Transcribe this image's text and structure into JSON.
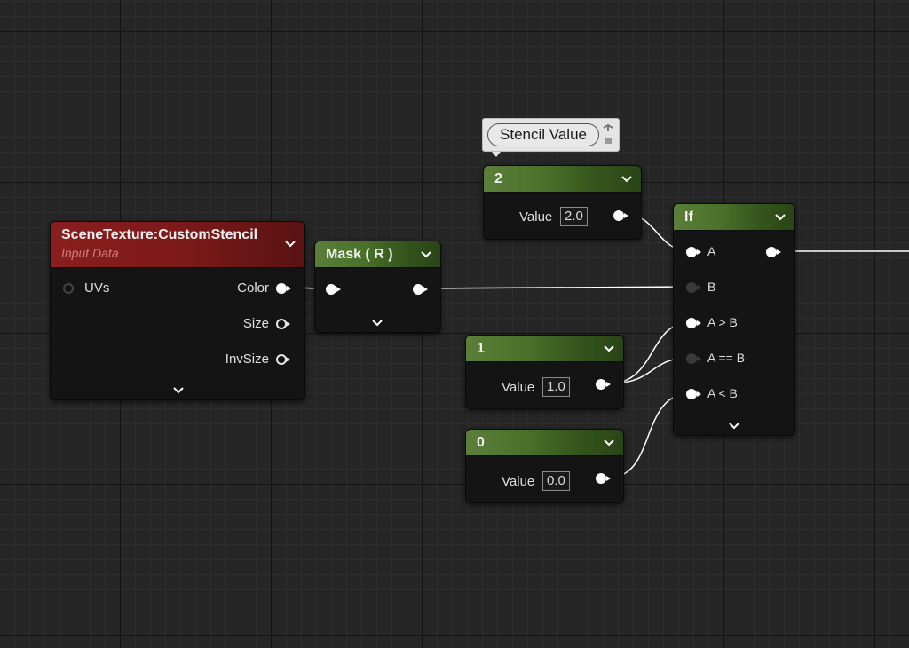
{
  "nodes": {
    "scene_texture": {
      "title": "SceneTexture:CustomStencil",
      "subtitle": "Input Data",
      "inputs": [
        "UVs"
      ],
      "outputs": [
        "Color",
        "Size",
        "InvSize"
      ]
    },
    "mask": {
      "title": "Mask ( R )"
    },
    "const_2": {
      "title": "2",
      "value_label": "Value",
      "value": "2.0"
    },
    "const_1": {
      "title": "1",
      "value_label": "Value",
      "value": "1.0"
    },
    "const_0": {
      "title": "0",
      "value_label": "Value",
      "value": "0.0"
    },
    "if": {
      "title": "If",
      "inputs": [
        "A",
        "B",
        "A > B",
        "A == B",
        "A < B"
      ]
    }
  },
  "tooltip": {
    "text": "Stencil Value"
  },
  "colors": {
    "node_header_green": "#497029",
    "node_header_red": "#8a1e1e",
    "node_body": "#141414",
    "wire": "#ffffff",
    "background": "#262626"
  }
}
